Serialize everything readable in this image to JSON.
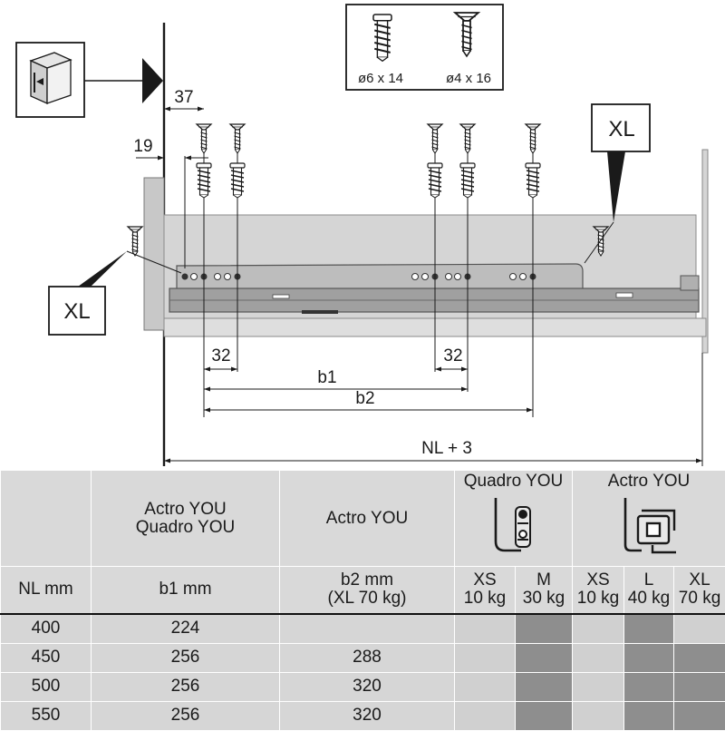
{
  "colors": {
    "line": "#1a1a1a",
    "drawer_side": "#d5d5d5",
    "panel": "#c8c8c8",
    "runner": "#9a9a9a",
    "table_header": "#d9d9d9",
    "table_cell": "#d6d6d6",
    "cell_light": "#d0d0d0",
    "cell_dark": "#8e8e8e",
    "cell_white": "#ffffff"
  },
  "drawing": {
    "cabinet_icon": "cabinet-3d-icon",
    "screws": [
      {
        "icon": "euro-screw-icon",
        "label": "ø6 x 14"
      },
      {
        "icon": "chipboard-screw-icon",
        "label": "ø4 x 16"
      }
    ],
    "dims": {
      "d37": "37",
      "d19": "19",
      "d32_left": "32",
      "d32_right": "32",
      "b1": "b1",
      "b2": "b2",
      "nl": "NL + 3"
    },
    "callouts": {
      "left": "XL",
      "right": "XL"
    }
  },
  "table": {
    "header": {
      "col_b1_name_1": "Actro YOU",
      "col_b1_name_2": "Quadro YOU",
      "col_b2_name": "Actro YOU",
      "group_quadro": "Quadro YOU",
      "group_actro": "Actro YOU",
      "nl": "NL mm",
      "b1": "b1 mm",
      "b2_1": "b2 mm",
      "b2_2": "(XL 70 kg)",
      "load_classes": [
        {
          "code": "XS",
          "load": "10 kg"
        },
        {
          "code": "M",
          "load": "30 kg"
        },
        {
          "code": "XS",
          "load": "10 kg"
        },
        {
          "code": "L",
          "load": "40 kg"
        },
        {
          "code": "XL",
          "load": "70 kg"
        }
      ],
      "profile_icons": [
        "quadro-profile-icon",
        "actro-profile-icon"
      ]
    },
    "rows": [
      {
        "nl": "400",
        "b1": "224",
        "b2": "",
        "avail": [
          "light",
          "dark",
          "light",
          "dark",
          "light"
        ]
      },
      {
        "nl": "450",
        "b1": "256",
        "b2": "288",
        "avail": [
          "light",
          "dark",
          "light",
          "dark",
          "dark"
        ]
      },
      {
        "nl": "500",
        "b1": "256",
        "b2": "320",
        "avail": [
          "light",
          "dark",
          "light",
          "dark",
          "dark"
        ]
      },
      {
        "nl": "550",
        "b1": "256",
        "b2": "320",
        "avail": [
          "light",
          "dark",
          "light",
          "dark",
          "dark"
        ]
      }
    ]
  }
}
